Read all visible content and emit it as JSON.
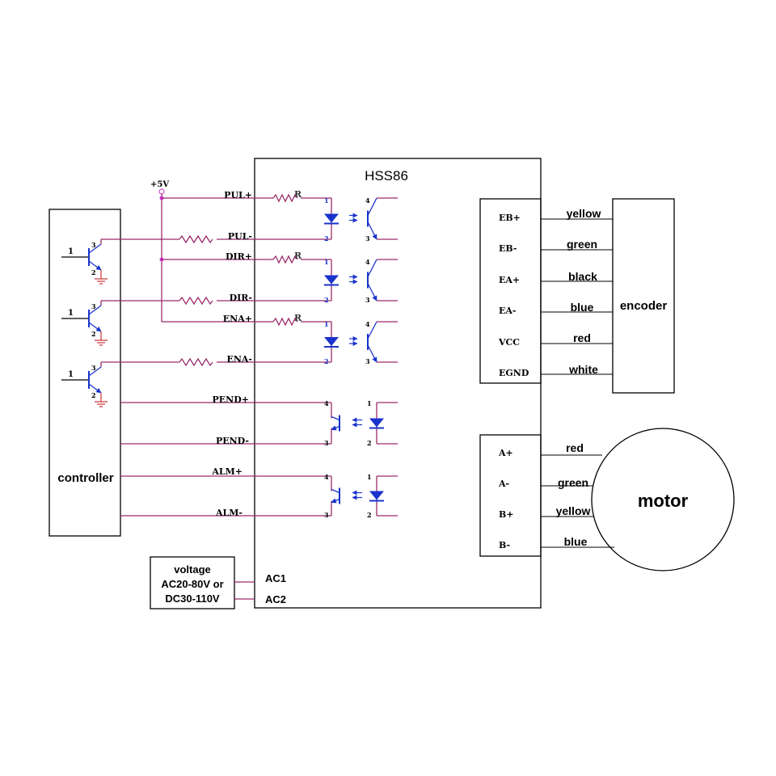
{
  "driver": {
    "title": "HSS86"
  },
  "supply_rail": "+5V",
  "resistor_label": "R",
  "controller": {
    "label": "controller",
    "transistor_base_label": "1",
    "transistor_collector_label": "3",
    "transistor_emitter_label": "2"
  },
  "inputs": [
    {
      "label": "PUL+"
    },
    {
      "label": "PUL-"
    },
    {
      "label": "DIR+"
    },
    {
      "label": "DIR-"
    },
    {
      "label": "ENA+"
    },
    {
      "label": "ENA-"
    }
  ],
  "outputs": [
    {
      "label": "PEND+"
    },
    {
      "label": "PEND-"
    },
    {
      "label": "ALM+"
    },
    {
      "label": "ALM-"
    }
  ],
  "optocoupler_pins": {
    "p1": "1",
    "p2": "2",
    "p3": "3",
    "p4": "4"
  },
  "encoder": {
    "label": "encoder",
    "pins": [
      {
        "pin": "EB+",
        "wire": "yellow"
      },
      {
        "pin": "EB-",
        "wire": "green"
      },
      {
        "pin": "EA+",
        "wire": "black"
      },
      {
        "pin": "EA-",
        "wire": "blue"
      },
      {
        "pin": "VCC",
        "wire": "red"
      },
      {
        "pin": "EGND",
        "wire": "white"
      }
    ]
  },
  "motor": {
    "label": "motor",
    "pins": [
      {
        "pin": "A+",
        "wire": "red"
      },
      {
        "pin": "A-",
        "wire": "green"
      },
      {
        "pin": "B+",
        "wire": "yellow"
      },
      {
        "pin": "B-",
        "wire": "blue"
      }
    ]
  },
  "power": {
    "label_lines": [
      "voltage",
      "AC20-80V or",
      "DC30-110V"
    ],
    "terminals": [
      "AC1",
      "AC2"
    ]
  },
  "colors": {
    "wire": "#9b2b6b",
    "outline": "#000000",
    "opto_blue": "#1a33cc",
    "ground_red": "#cc3333",
    "node": "#cc33cc"
  }
}
